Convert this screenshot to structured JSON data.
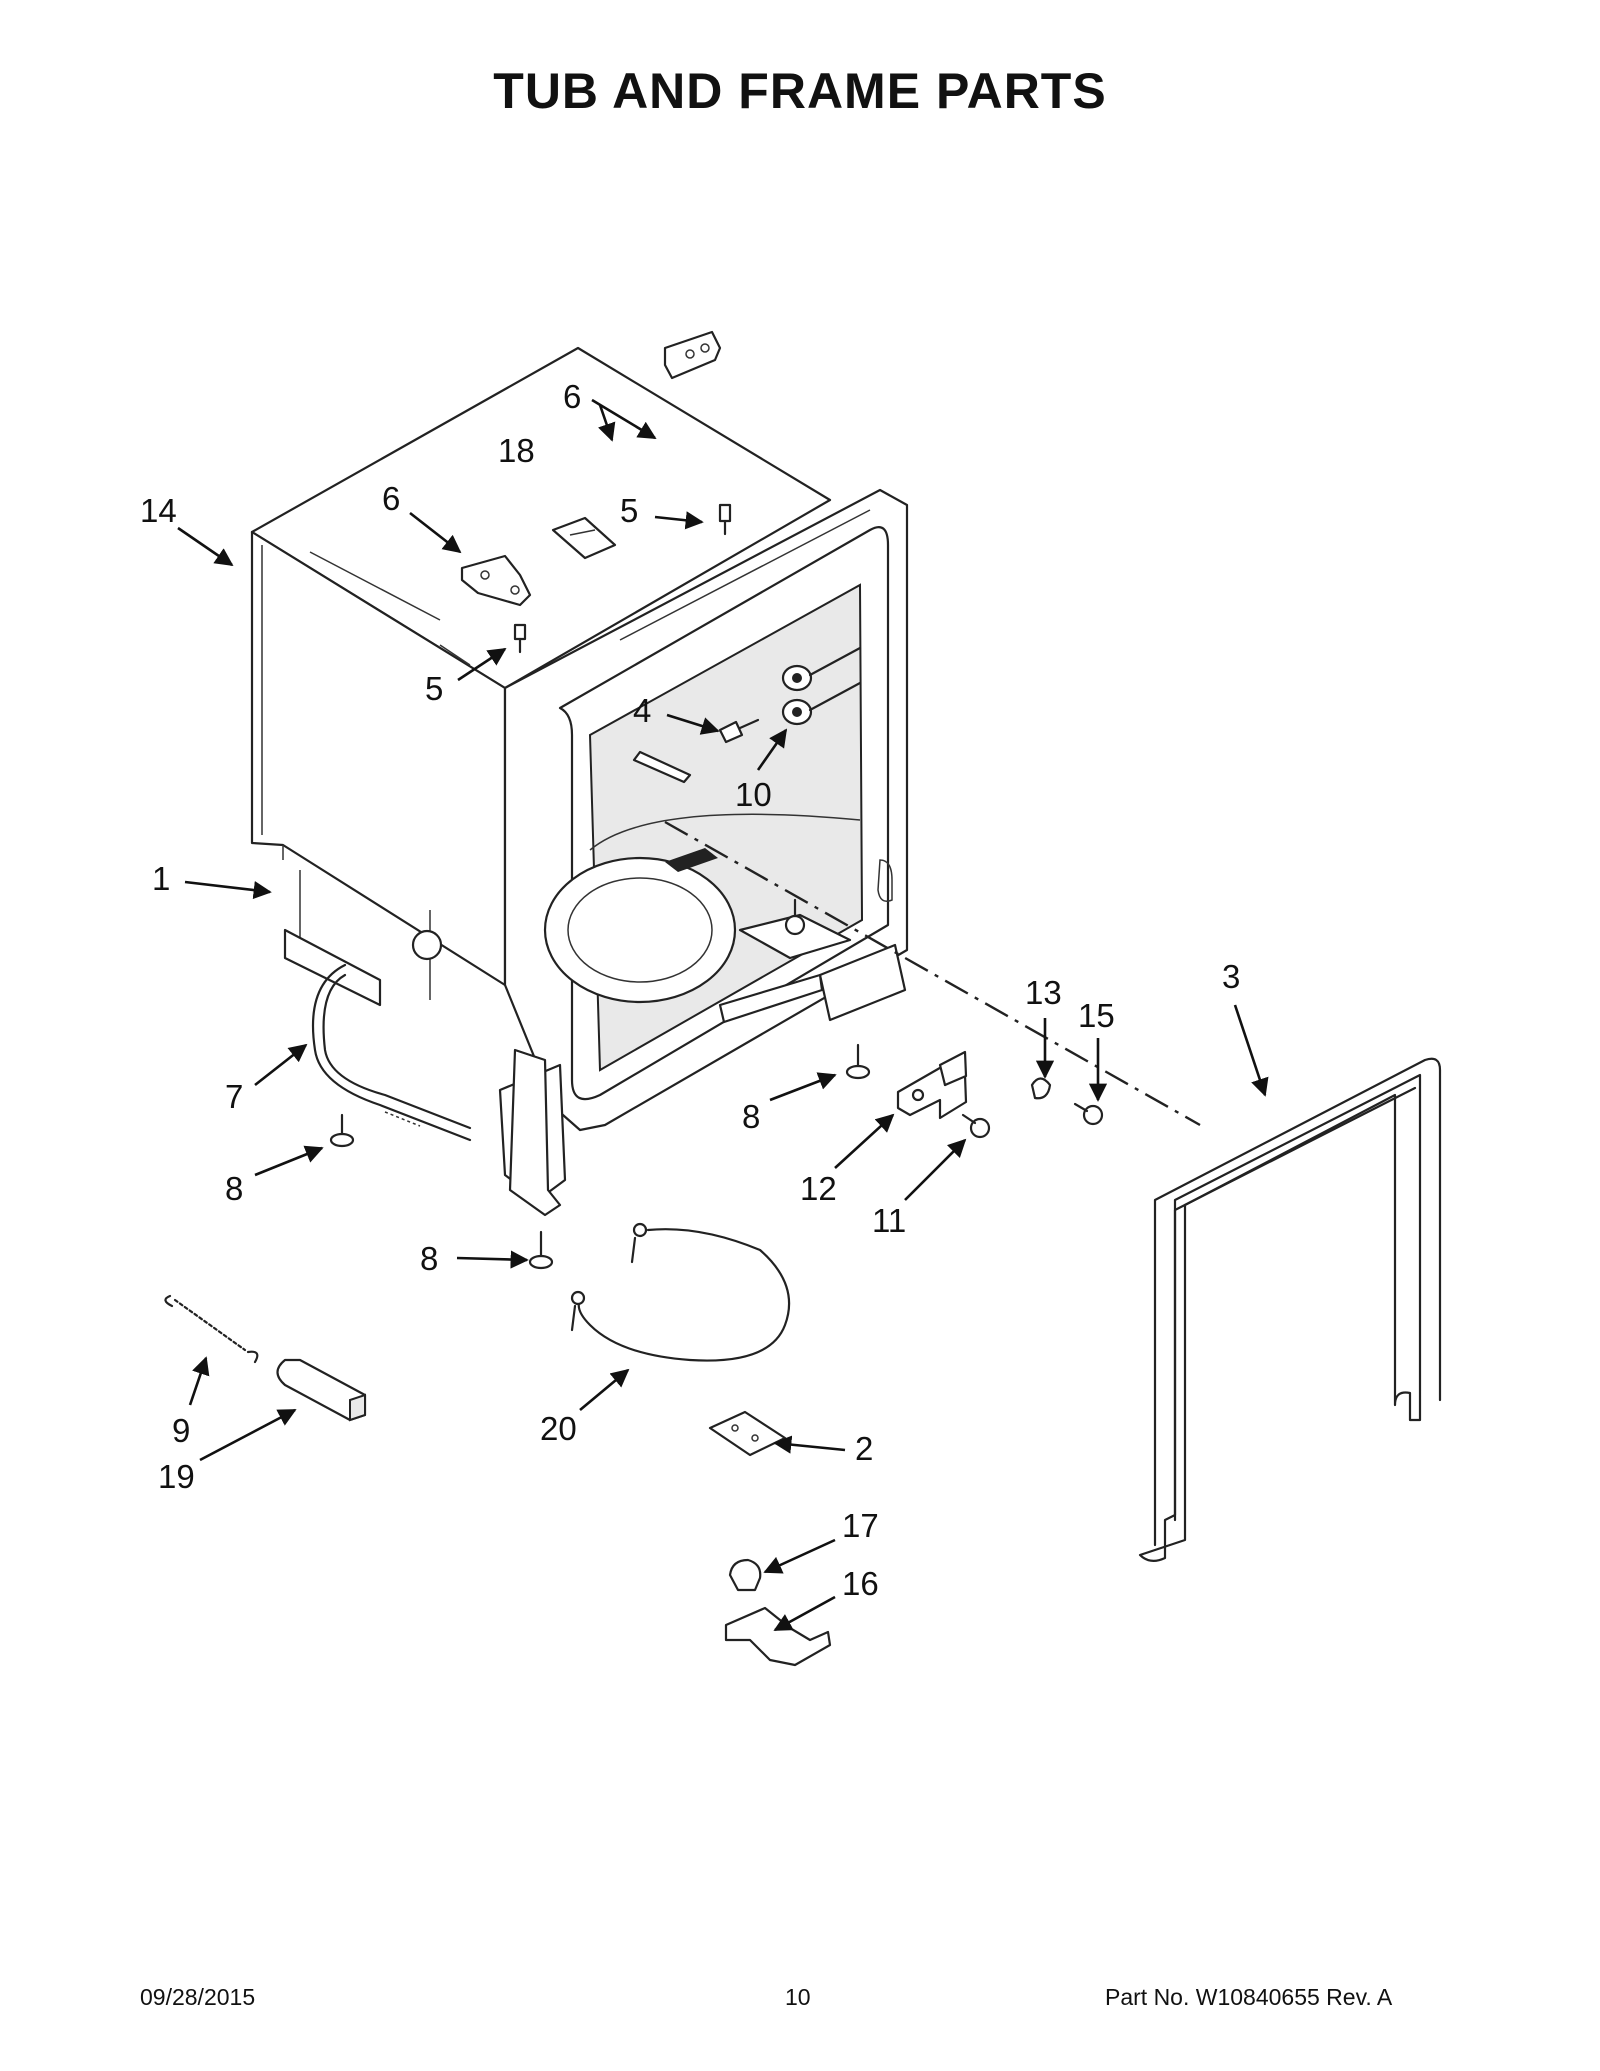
{
  "page": {
    "title": "TUB AND FRAME PARTS",
    "footer": {
      "date": "09/28/2015",
      "page_number": "10",
      "part_number": "Part No.  W10840655  Rev.  A"
    }
  },
  "callouts": [
    {
      "id": "c14",
      "label": "14"
    },
    {
      "id": "c18",
      "label": "18"
    },
    {
      "id": "c6a",
      "label": "6"
    },
    {
      "id": "c6b",
      "label": "6"
    },
    {
      "id": "c5a",
      "label": "5"
    },
    {
      "id": "c5b",
      "label": "5"
    },
    {
      "id": "c4",
      "label": "4"
    },
    {
      "id": "c10",
      "label": "10"
    },
    {
      "id": "c1",
      "label": "1"
    },
    {
      "id": "c3",
      "label": "3"
    },
    {
      "id": "c13",
      "label": "13"
    },
    {
      "id": "c15",
      "label": "15"
    },
    {
      "id": "c7",
      "label": "7"
    },
    {
      "id": "c8a",
      "label": "8"
    },
    {
      "id": "c8b",
      "label": "8"
    },
    {
      "id": "c8c",
      "label": "8"
    },
    {
      "id": "c12",
      "label": "12"
    },
    {
      "id": "c11",
      "label": "11"
    },
    {
      "id": "c9",
      "label": "9"
    },
    {
      "id": "c19",
      "label": "19"
    },
    {
      "id": "c20",
      "label": "20"
    },
    {
      "id": "c2",
      "label": "2"
    },
    {
      "id": "c17",
      "label": "17"
    },
    {
      "id": "c16",
      "label": "16"
    }
  ]
}
